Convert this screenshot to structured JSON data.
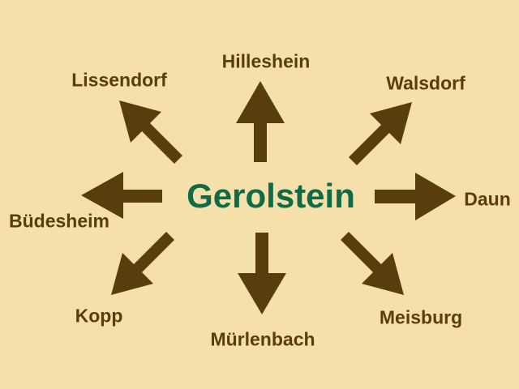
{
  "center": {
    "label": "Gerolstein",
    "color": "#0f6b45"
  },
  "arrow_color": "#5a3d0e",
  "destinations": [
    {
      "key": "hillesheim",
      "label": "Hilleshein"
    },
    {
      "key": "walsdorf",
      "label": "Walsdorf"
    },
    {
      "key": "daun",
      "label": "Daun"
    },
    {
      "key": "meisburg",
      "label": "Meisburg"
    },
    {
      "key": "muerlenbach",
      "label": "Mürlenbach"
    },
    {
      "key": "kopp",
      "label": "Kopp"
    },
    {
      "key": "buedesheim",
      "label": "Büdesheim"
    },
    {
      "key": "lissendorf",
      "label": "Lissendorf"
    }
  ]
}
